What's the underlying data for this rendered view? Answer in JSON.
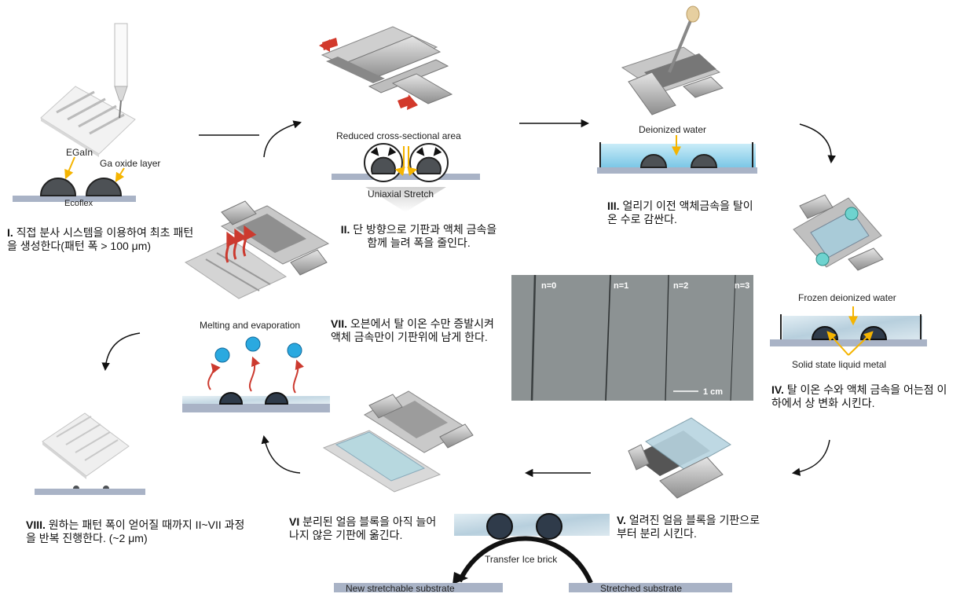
{
  "steps": {
    "s1": {
      "num": "I.",
      "text": "직접 분사 시스템을 이용하여 최초 패턴을 생성한다(패턴 폭 > 100 μm)"
    },
    "s2": {
      "num": "II.",
      "text": "단 방향으로 기판과 액체 금속을 함께 늘려 폭을 줄인다."
    },
    "s3": {
      "num": "III.",
      "text": "얼리기 이전 액체금속을 탈이온 수로 감싼다."
    },
    "s4": {
      "num": "IV.",
      "text": "탈 이온 수와 액체 금속을 어는점 이하에서 상 변화 시킨다."
    },
    "s5": {
      "num": "V.",
      "text": "얼려진 얼음 블록을 기판으로 부터 분리 시킨다."
    },
    "s6": {
      "num": "VI",
      "text": "분리된 얼음 블록을 아직 늘어나지 않은 기판에 옮긴다."
    },
    "s7": {
      "num": "VII.",
      "text": "오븐에서 탈 이온 수만 증발시켜 액체 금속만이 기판위에 남게 한다."
    },
    "s8": {
      "num": "VIII.",
      "text": "원하는 패턴 폭이 얻어질 때까지 II~VII 과정을 반복 진행한다. (~2 μm)"
    }
  },
  "labels": {
    "egain": "EGaIn",
    "ga_oxide": "Ga oxide layer",
    "ecoflex": "Ecoflex",
    "reduced_area": "Reduced cross-sectional area",
    "uniaxial": "Uniaxial Stretch",
    "deionized": "Deionized water",
    "frozen": "Frozen deionized water",
    "solid_state": "Solid state liquid metal",
    "melting": "Melting and evaporation",
    "transfer": "Transfer Ice brick",
    "new_substrate": "New stretchable substrate",
    "stretched_substrate": "Stretched substrate",
    "micro_n0": "n=0",
    "micro_n1": "n=1",
    "micro_n2": "n=2",
    "micro_n3": "n=3",
    "scale": "1 cm"
  },
  "colors": {
    "substrate": "#a9b3c6",
    "droplet": "#4d5155",
    "water": "#9fd8ee",
    "ice": "#c8dbe6",
    "stretch_arrow": "#d2392b",
    "vapor": "#cc3a2f",
    "molecule": "#2aa9e0",
    "label_arrow": "#f5b400"
  }
}
